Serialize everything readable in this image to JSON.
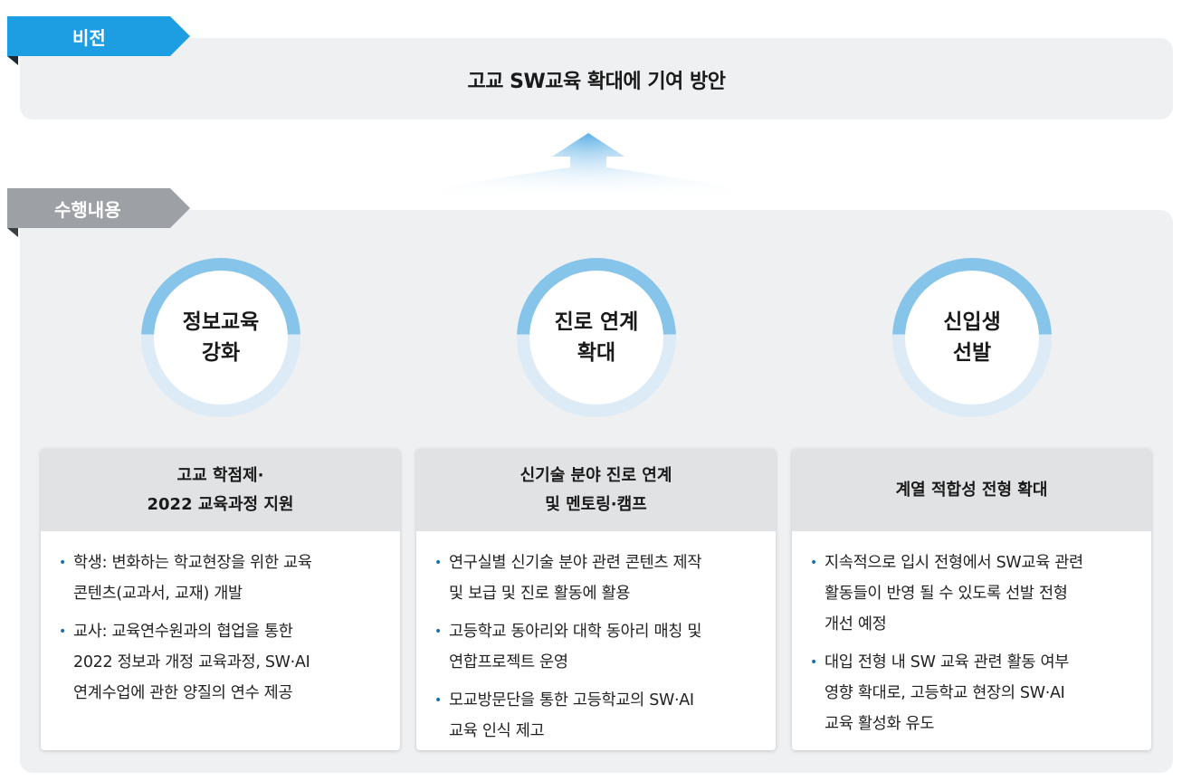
{
  "vision": {
    "tab_label": "비전",
    "title": "고교 SW교육 확대에 기여 방안"
  },
  "perform": {
    "tab_label": "수행내용"
  },
  "columns": [
    {
      "circle": [
        "정보교육",
        "강화"
      ],
      "header": [
        "고교 학점제·",
        "2022 교육과정 지원"
      ],
      "items": [
        [
          "학생: 변화하는 학교현장을 위한 교육",
          "콘텐츠(교과서, 교재) 개발"
        ],
        [
          "교사: 교육연수원과의 협업을 통한",
          "2022 정보과 개정 교육과정, SW·AI",
          "연계수업에 관한 양질의 연수 제공"
        ]
      ]
    },
    {
      "circle": [
        "진로 연계",
        "확대"
      ],
      "header": [
        "신기술 분야 진로 연계",
        "및 멘토링·캠프"
      ],
      "items": [
        [
          "연구실별 신기술 분야 관련 콘텐츠 제작",
          "및 보급 및 진로 활동에 활용"
        ],
        [
          "고등학교 동아리와 대학 동아리 매칭 및",
          "연합프로젝트 운영"
        ],
        [
          "모교방문단을 통한 고등학교의 SW·AI",
          "교육 인식 제고"
        ]
      ]
    },
    {
      "circle": [
        "신입생",
        "선발"
      ],
      "header": [
        "계열 적합성 전형 확대"
      ],
      "items": [
        [
          "지속적으로 입시 전형에서 SW교육 관련",
          "활동들이  반영 될 수 있도록 선발 전형",
          "개선 예정"
        ],
        [
          "대입 전형 내 SW 교육 관련 활동 여부",
          "영향 확대로, 고등학교 현장의 SW·AI",
          "교육 활성화 유도"
        ]
      ]
    }
  ],
  "colors": {
    "vision_tab": "#1d9ee3",
    "perform_tab": "#9da1a5",
    "panel_bg": "#eef0f2",
    "circle_ring_top": "#86c4ea",
    "circle_ring_bottom": "#dcebf5",
    "card_header": "#e1e2e3",
    "bullet": "#1b6fb0"
  }
}
